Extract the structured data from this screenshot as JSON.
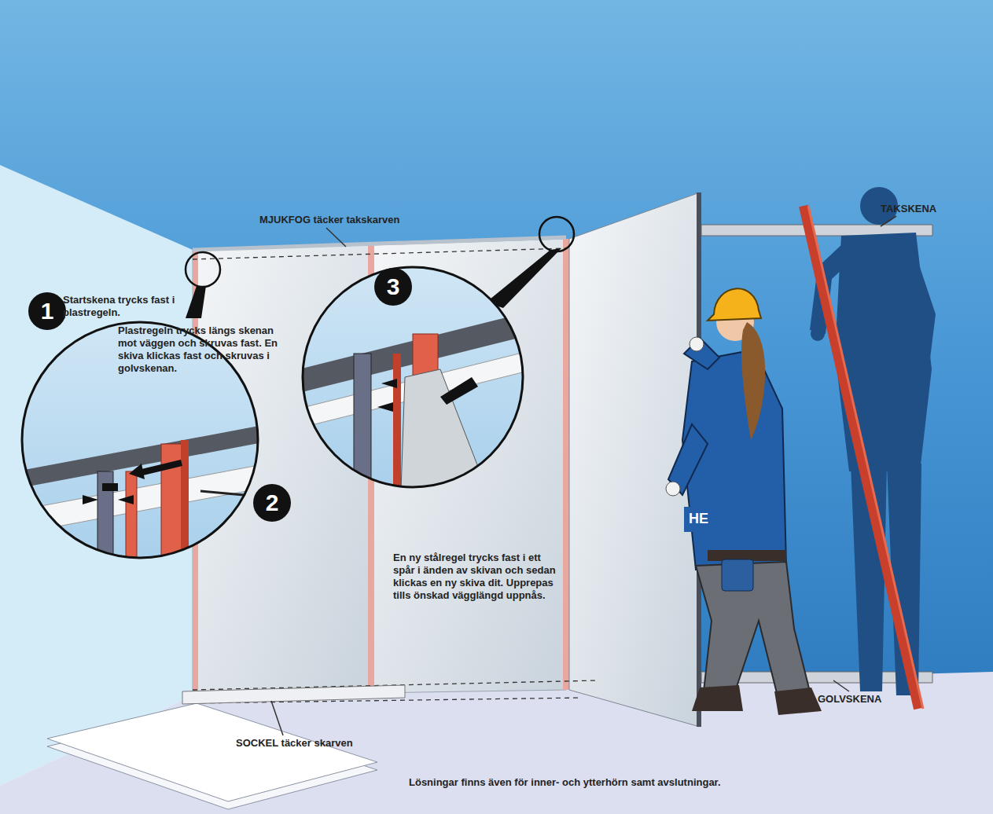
{
  "diagram": {
    "nodes": [
      {
        "text": [
          "1"
        ]
      },
      {
        "text": [
          "2"
        ]
      },
      {
        "text": [
          "3"
        ]
      }
    ],
    "labels": [
      "MJUKFOG täcker takskarven",
      "TAKSKENA",
      "Startskena trycks fast i plastregeln.",
      "Plastregeln trycks längs skenan mot väggen och skruvas fast. En skiva klickas fast och skruvas i golvskenan.",
      "En ny stålregel trycks fast i ett spår i änden av skivan och sedan klickas en ny skiva dit. Upprepas tills önskad vägglängd uppnås.",
      "SOCKEL täcker skarven",
      "GOLVSKENA",
      "Lösningar finns även för inner- och ytterhörn samt avslutningar.",
      "HE"
    ]
  }
}
